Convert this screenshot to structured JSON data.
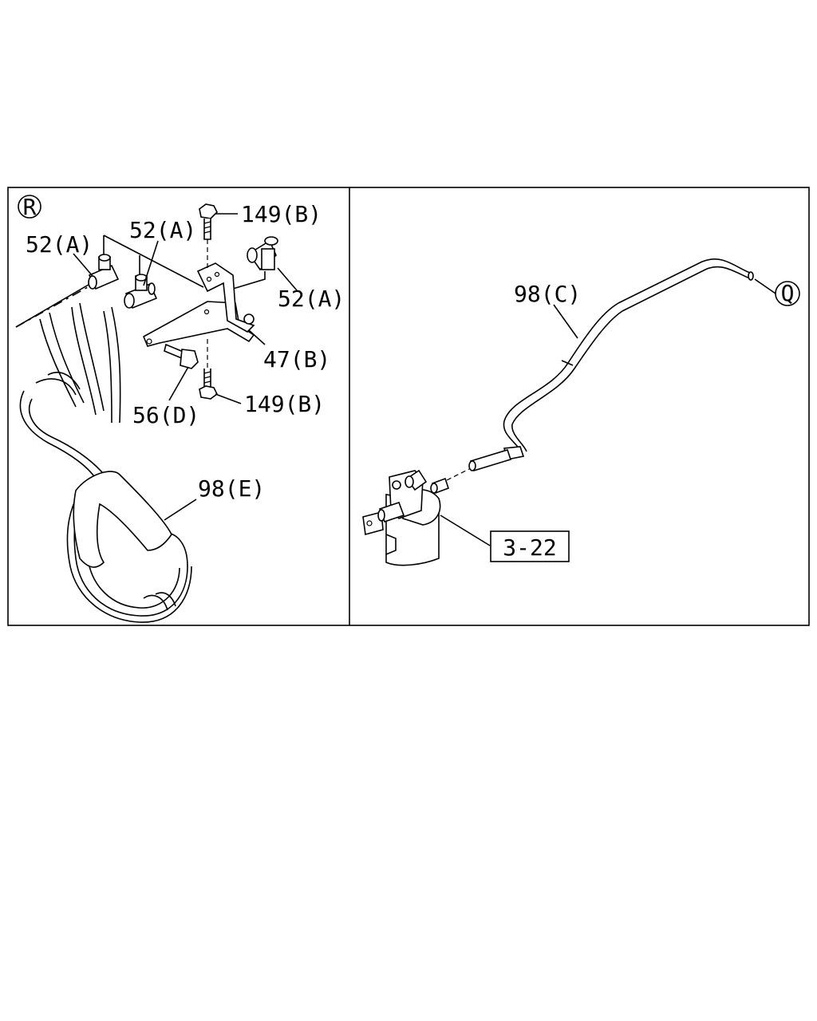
{
  "left_panel": {
    "view_mark": "R",
    "labels": {
      "l52a_left": "52(A)",
      "l52a_mid": "52(A)",
      "l149b_top": "149(B)",
      "l52a_right": "52(A)",
      "l47b": "47(B)",
      "l56d": "56(D)",
      "l149b_bottom": "149(B)",
      "l98e": "98(E)"
    }
  },
  "right_panel": {
    "labels": {
      "l98c": "98(C)",
      "ref_q": "Q",
      "ref_box": "3-22"
    }
  }
}
